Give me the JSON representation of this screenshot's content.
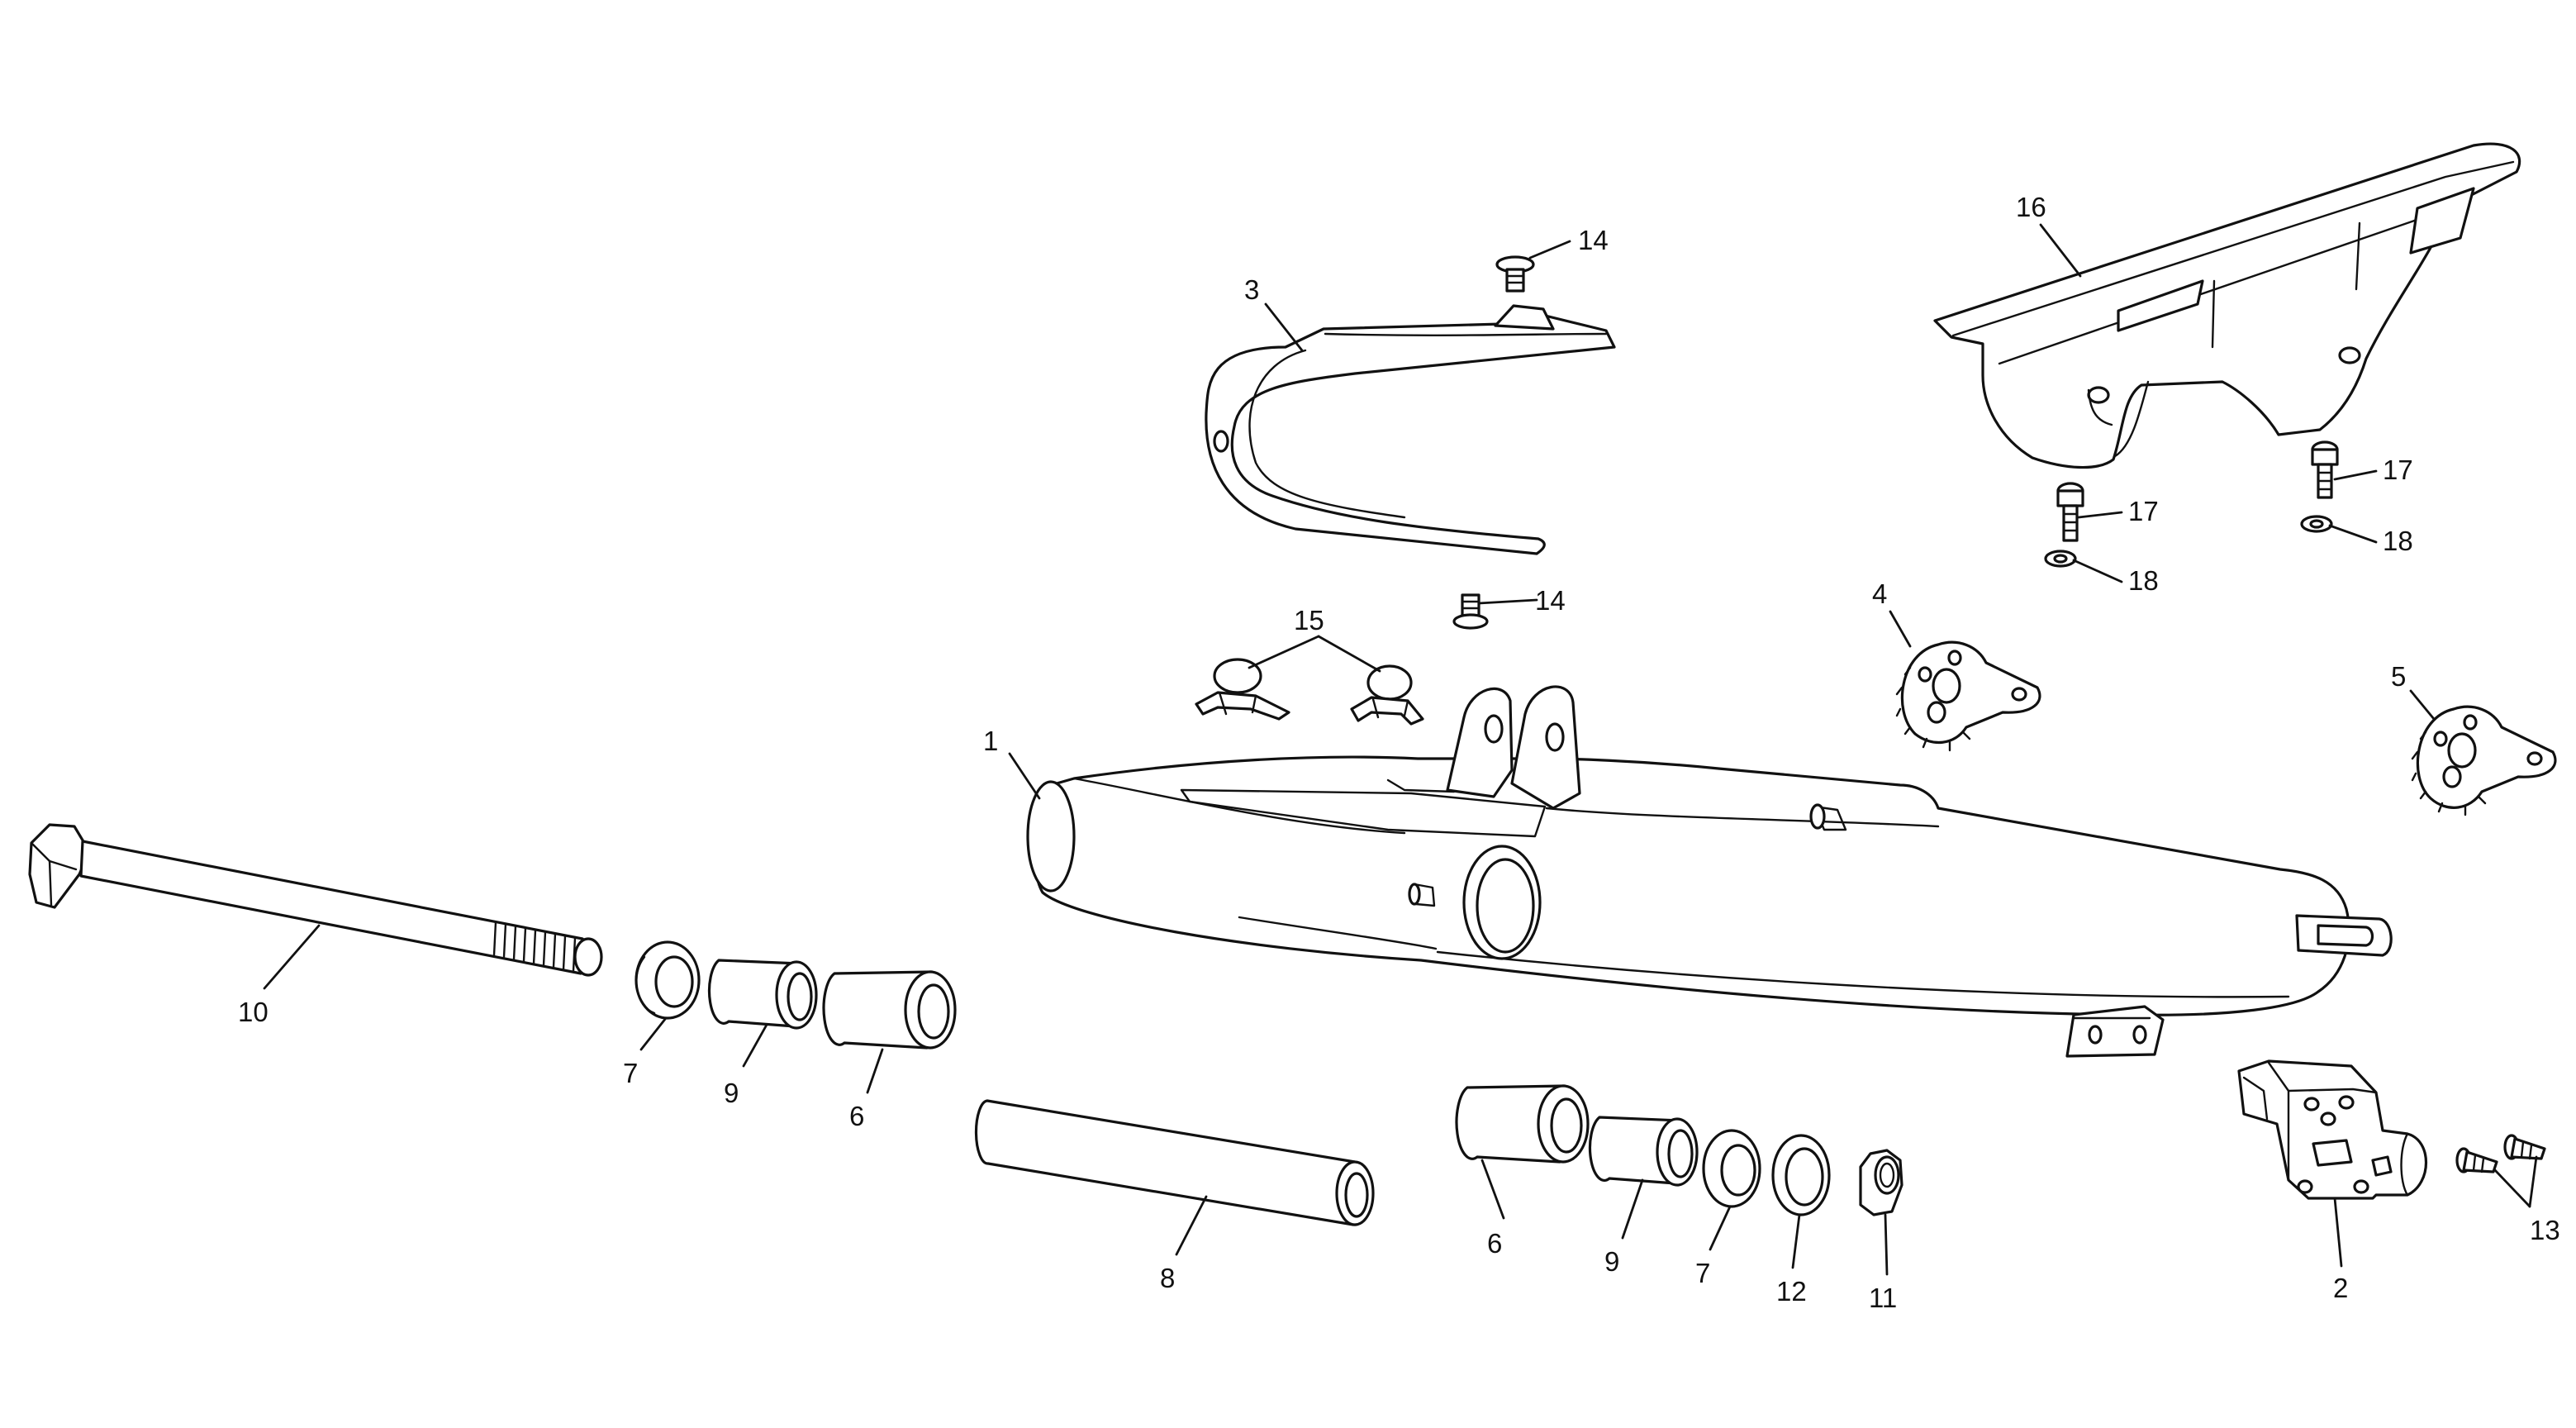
{
  "diagram": {
    "colors": {
      "line": "#111111",
      "background": "#ffffff"
    },
    "callouts": [
      {
        "id": "c1",
        "label": "1"
      },
      {
        "id": "c2",
        "label": "2"
      },
      {
        "id": "c3",
        "label": "3"
      },
      {
        "id": "c4",
        "label": "4"
      },
      {
        "id": "c5",
        "label": "5"
      },
      {
        "id": "c6a",
        "label": "6"
      },
      {
        "id": "c6b",
        "label": "6"
      },
      {
        "id": "c7a",
        "label": "7"
      },
      {
        "id": "c7b",
        "label": "7"
      },
      {
        "id": "c8",
        "label": "8"
      },
      {
        "id": "c9a",
        "label": "9"
      },
      {
        "id": "c9b",
        "label": "9"
      },
      {
        "id": "c10",
        "label": "10"
      },
      {
        "id": "c11",
        "label": "11"
      },
      {
        "id": "c12",
        "label": "12"
      },
      {
        "id": "c13",
        "label": "13"
      },
      {
        "id": "c14a",
        "label": "14"
      },
      {
        "id": "c14b",
        "label": "14"
      },
      {
        "id": "c15",
        "label": "15"
      },
      {
        "id": "c16",
        "label": "16"
      },
      {
        "id": "c17a",
        "label": "17"
      },
      {
        "id": "c17b",
        "label": "17"
      },
      {
        "id": "c18a",
        "label": "18"
      },
      {
        "id": "c18b",
        "label": "18"
      }
    ]
  }
}
